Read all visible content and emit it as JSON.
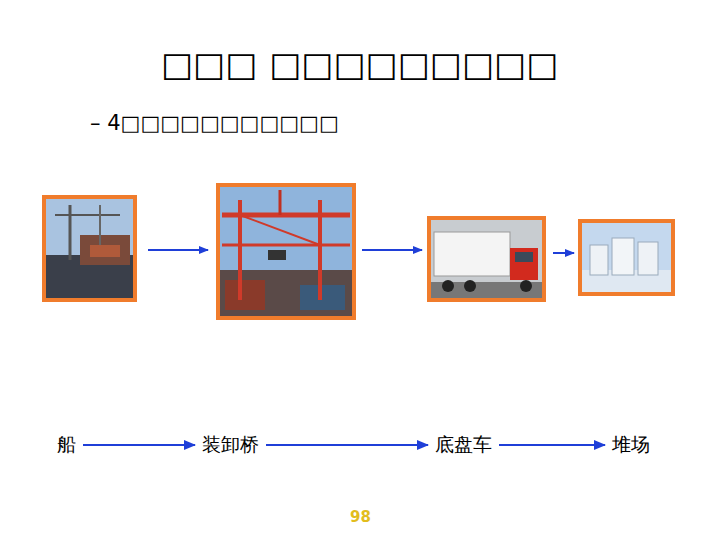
{
  "diagram": {
    "title": "□□□ □□□□□□□□□",
    "nodes": [
      {
        "text": [
          "船"
        ]
      },
      {
        "text": [
          "装卸桥"
        ]
      },
      {
        "text": [
          "底盘车"
        ]
      },
      {
        "text": [
          "堆场"
        ]
      }
    ],
    "edges": [
      {
        "from": 0,
        "to": 1,
        "arrow": "to"
      },
      {
        "from": 1,
        "to": 2,
        "arrow": "to"
      },
      {
        "from": 2,
        "to": 3,
        "arrow": "to"
      }
    ],
    "labels": [
      "– 4□□□□□□□□□□□",
      "98"
    ]
  }
}
